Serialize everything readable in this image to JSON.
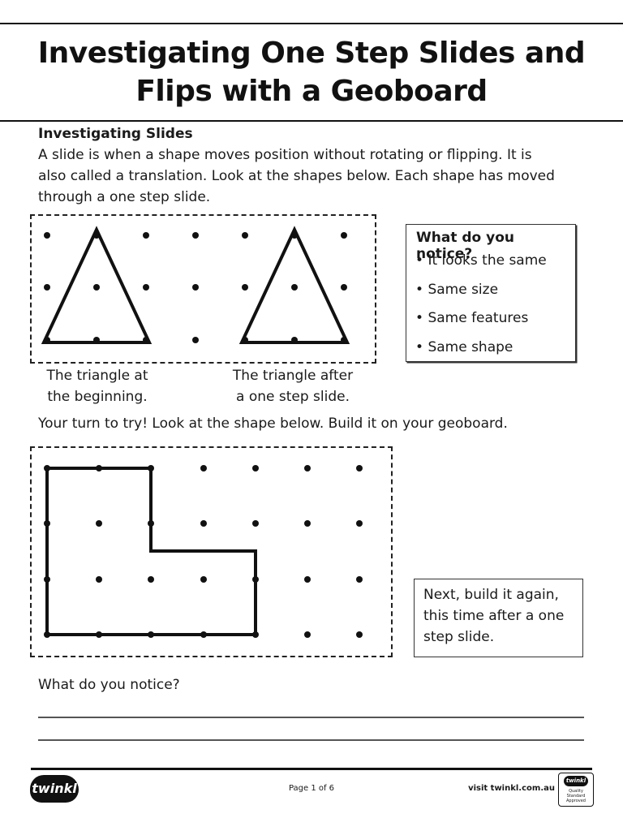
{
  "title": {
    "line1": "Investigating One Step Slides and",
    "line2": "Flips with a Geoboard"
  },
  "slides_section": {
    "heading": "Investigating Slides",
    "intro_line1": "A slide is when a shape moves position without rotating or flipping. It is",
    "intro_line2": "also called a translation. Look at the shapes below. Each shape has moved",
    "intro_line3": "through a one step slide."
  },
  "captions": {
    "before_line1": "The triangle at",
    "before_line2": "the beginning.",
    "after_line1": "The triangle after",
    "after_line2": "a one step slide."
  },
  "notice_box": {
    "title": "What do you notice?",
    "items": [
      "It looks the same",
      "Same size",
      "Same features",
      "Same shape"
    ]
  },
  "try": {
    "text": "Your turn to try! Look at the shape below. Build it on your geoboard."
  },
  "next_box": {
    "text": "Next, build it again, this time after a one step slide."
  },
  "question": {
    "text": "What do you notice?"
  },
  "footer": {
    "logo": "twinkl",
    "page": "Page 1 of 6",
    "visit": "visit twinkl.com.au",
    "badge_logo": "twinkl",
    "badge_text": "Quality Standard Approved"
  }
}
